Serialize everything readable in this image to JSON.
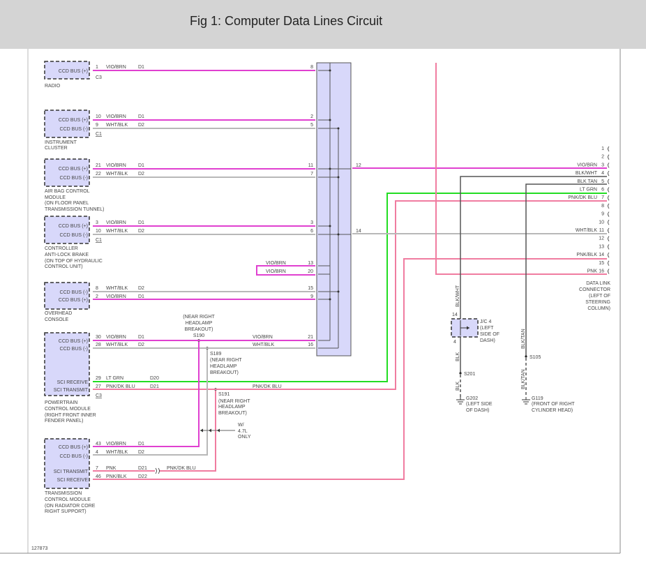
{
  "header": {
    "title": "Fig 1: Computer Data Lines Circuit"
  },
  "figure_number": "127873",
  "colors": {
    "vio_brn": "#e040d0",
    "wht_blk": "#b8b8b8",
    "lt_grn": "#22dd22",
    "pnk": "#f07ca0",
    "module_fill": "#d8d8fa",
    "header_bg": "#d4d4d4"
  },
  "modules": {
    "radio": {
      "name_lines": [
        "RADIO"
      ],
      "connector": "C3",
      "pins": [
        {
          "label": "CCD BUS (+)",
          "pin": "1",
          "wire": "VIO/BRN",
          "circuit": "D1",
          "cavity": "8"
        }
      ]
    },
    "instrument_cluster": {
      "name_lines": [
        "INSTRUMENT",
        "CLUSTER"
      ],
      "connector": "C1",
      "pins": [
        {
          "label": "CCD BUS (+)",
          "pin": "10",
          "wire": "VIO/BRN",
          "circuit": "D1",
          "cavity": "2"
        },
        {
          "label": "CCD BUS (-)",
          "pin": "9",
          "wire": "WHT/BLK",
          "circuit": "D2",
          "cavity": "5"
        }
      ]
    },
    "air_bag": {
      "name_lines": [
        "AIR BAG CONTROL",
        "MODULE",
        "(ON FLOOR PANEL",
        "TRANSMISSION TUNNEL)"
      ],
      "pins": [
        {
          "label": "CCD BUS (+)",
          "pin": "21",
          "wire": "VIO/BRN",
          "circuit": "D1",
          "cavity": "11"
        },
        {
          "label": "CCD BUS (-)",
          "pin": "22",
          "wire": "WHT/BLK",
          "circuit": "D2",
          "cavity": "7"
        }
      ]
    },
    "abs": {
      "name_lines": [
        "CONTROLLER",
        "ANTI-LOCK BRAKE",
        "(ON TOP OF HYDRAULIC",
        "CONTROL UNIT)"
      ],
      "connector": "C1",
      "pins": [
        {
          "label": "CCD BUS (+)",
          "pin": "3",
          "wire": "VIO/BRN",
          "circuit": "D1",
          "cavity": "3"
        },
        {
          "label": "CCD BUS (-)",
          "pin": "10",
          "wire": "WHT/BLK",
          "circuit": "D2",
          "cavity": "6"
        }
      ]
    },
    "overhead": {
      "name_lines": [
        "OVERHEAD",
        "CONSOLE"
      ],
      "pins": [
        {
          "label": "CCD BUS (-)",
          "pin": "8",
          "wire": "WHT/BLK",
          "circuit": "D2",
          "cavity": "15"
        },
        {
          "label": "CCD BUS (+)",
          "pin": "2",
          "wire": "VIO/BRN",
          "circuit": "D1",
          "cavity": "9"
        }
      ]
    },
    "pcm": {
      "name_lines": [
        "POWERTRAIN",
        "CONTROL MODULE",
        "(RIGHT FRONT INNER",
        "FENDER PANEL)"
      ],
      "connector": "C3",
      "pins": [
        {
          "label": "CCD BUS (+)",
          "pin": "30",
          "wire": "VIO/BRN",
          "circuit": "D1",
          "cavity": "21",
          "wire_after_splice": "VIO/BRN"
        },
        {
          "label": "CCD BUS (-)",
          "pin": "28",
          "wire": "WHT/BLK",
          "circuit": "D2",
          "cavity": "16",
          "wire_after_splice": "WHT/BLK"
        },
        {
          "label": "SCI RECEIVE",
          "pin": "29",
          "wire": "LT GRN",
          "circuit": "D20"
        },
        {
          "label": "SCI TRANSMIT",
          "pin": "27",
          "wire": "PNK/DK BLU",
          "circuit": "D21",
          "wire_after_splice": "PNK/DK BLU"
        }
      ]
    },
    "tcm": {
      "name_lines": [
        "TRANSMISSION",
        "CONTROL MODULE",
        "(ON RADIATOR CORE",
        "RIGHT SUPPORT)"
      ],
      "pins": [
        {
          "label": "CCD BUS (+)",
          "pin": "43",
          "wire": "VIO/BRN",
          "circuit": "D1"
        },
        {
          "label": "CCD BUS (-)",
          "pin": "4",
          "wire": "WHT/BLK",
          "circuit": "D2"
        },
        {
          "label": "SCI TRANSMIT",
          "pin": "7",
          "wire": "PNK",
          "circuit": "D21",
          "wire_after_connector": "PNK/DK BLU"
        },
        {
          "label": "SCI RECEIVE",
          "pin": "46",
          "wire": "PNK/BLK",
          "circuit": "D22"
        }
      ]
    }
  },
  "jumper": {
    "wires": [
      "VIO/BRN",
      "VIO/BRN"
    ],
    "cavities": [
      "13",
      "20"
    ]
  },
  "bus_outputs": [
    "12",
    "14"
  ],
  "splices": {
    "s190": {
      "id": "S190",
      "location_lines": [
        "(NEAR RIGHT",
        "HEADLAMP",
        "BREAKOUT)"
      ]
    },
    "s189": {
      "id": "S189",
      "location_lines": [
        "(NEAR RIGHT",
        "HEADLAMP",
        "BREAKOUT)"
      ]
    },
    "s191": {
      "id": "S191",
      "location_lines": [
        "(NEAR RIGHT",
        "HEADLAMP",
        "BREAKOUT)"
      ]
    },
    "s201": {
      "id": "S201"
    },
    "s105": {
      "id": "S105"
    }
  },
  "option_note": [
    "W/",
    "4.7L",
    "ONLY"
  ],
  "dlc": {
    "name_lines": [
      "DATA LINK",
      "CONNECTOR",
      "(LEFT OF",
      "STEERING",
      "COLUMN)"
    ],
    "pins": [
      {
        "num": "1",
        "wire": ""
      },
      {
        "num": "2",
        "wire": ""
      },
      {
        "num": "3",
        "wire": "VIO/BRN"
      },
      {
        "num": "4",
        "wire": "BLK/WHT"
      },
      {
        "num": "5",
        "wire": "BLK TAN"
      },
      {
        "num": "6",
        "wire": "LT GRN"
      },
      {
        "num": "7",
        "wire": "PNK/DK BLU"
      },
      {
        "num": "8",
        "wire": ""
      },
      {
        "num": "9",
        "wire": ""
      },
      {
        "num": "10",
        "wire": ""
      },
      {
        "num": "11",
        "wire": "WHT/BLK"
      },
      {
        "num": "12",
        "wire": ""
      },
      {
        "num": "13",
        "wire": ""
      },
      {
        "num": "14",
        "wire": "PNK/BLK"
      },
      {
        "num": "15",
        "wire": ""
      },
      {
        "num": "16",
        "wire": "PNK"
      }
    ]
  },
  "jc4": {
    "name_lines": [
      "J/C 4",
      "(LEFT",
      "SIDE OF",
      "DASH)"
    ],
    "cavity_top": "14",
    "cavity_bottom": "4",
    "wire_in": "BLK/WHT",
    "wire_out": "BLK",
    "wire_to_ground": "BLK"
  },
  "ground_g202": {
    "id": "G202",
    "location_lines": [
      "(LEFT SIDE",
      "OF DASH)"
    ]
  },
  "ground_g119": {
    "id": "G119",
    "location_lines": [
      "(FRONT OF RIGHT",
      "CYLINDER HEAD)"
    ],
    "wire_in": "BLK/TAN",
    "wire_to_ground": "BLK/TAN"
  }
}
